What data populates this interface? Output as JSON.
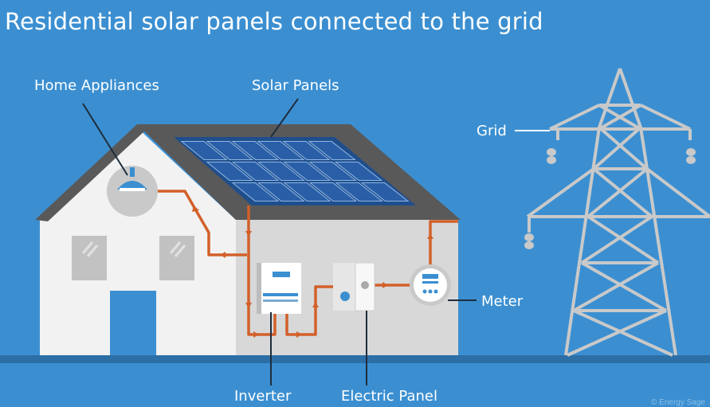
{
  "title": "Residential solar panels connected to the grid",
  "labels": {
    "home_appliances": "Home Appliances",
    "solar_panels": "Solar Panels",
    "grid": "Grid",
    "meter": "Meter",
    "inverter": "Inverter",
    "electric_panel": "Electric Panel"
  },
  "copyright": "© Energy Sage",
  "colors": {
    "background": "#3b8fd1",
    "house_wall": "#f2f2f2",
    "house_side": "#d8d8d8",
    "roof": "#595959",
    "panel": "#2a5fa8",
    "wire": "#d2602a",
    "tower": "#c9c9c9",
    "ground": "#2c6fa6"
  },
  "icons": [
    "lamp-icon",
    "window-icon",
    "door-icon",
    "inverter-icon",
    "electric-panel-icon",
    "meter-icon",
    "transmission-tower-icon"
  ]
}
